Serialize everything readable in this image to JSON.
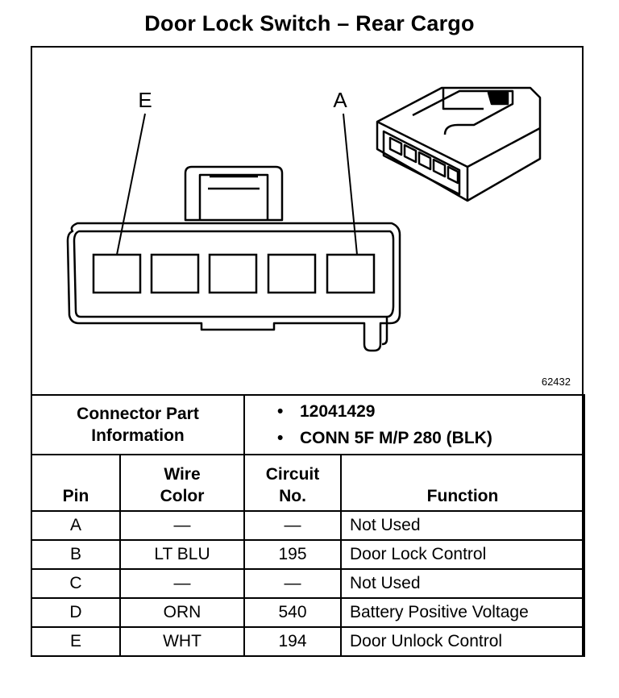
{
  "title": "Door Lock Switch – Rear Cargo",
  "diagram": {
    "pin_label_left": "E",
    "pin_label_right": "A",
    "figure_number": "62432"
  },
  "connector_part_information": {
    "label_line1": "Connector Part",
    "label_line2": "Information",
    "values": [
      "12041429",
      "CONN 5F M/P 280 (BLK)"
    ]
  },
  "columns": {
    "pin": "Pin",
    "wire_color_line1": "Wire",
    "wire_color_line2": "Color",
    "circuit_line1": "Circuit",
    "circuit_line2": "No.",
    "function": "Function"
  },
  "rows": [
    {
      "pin": "A",
      "wire_color": "—",
      "circuit": "—",
      "function": "Not Used"
    },
    {
      "pin": "B",
      "wire_color": "LT BLU",
      "circuit": "195",
      "function": "Door Lock Control"
    },
    {
      "pin": "C",
      "wire_color": "—",
      "circuit": "—",
      "function": "Not Used"
    },
    {
      "pin": "D",
      "wire_color": "ORN",
      "circuit": "540",
      "function": "Battery Positive Voltage"
    },
    {
      "pin": "E",
      "wire_color": "WHT",
      "circuit": "194",
      "function": "Door Unlock Control"
    }
  ]
}
